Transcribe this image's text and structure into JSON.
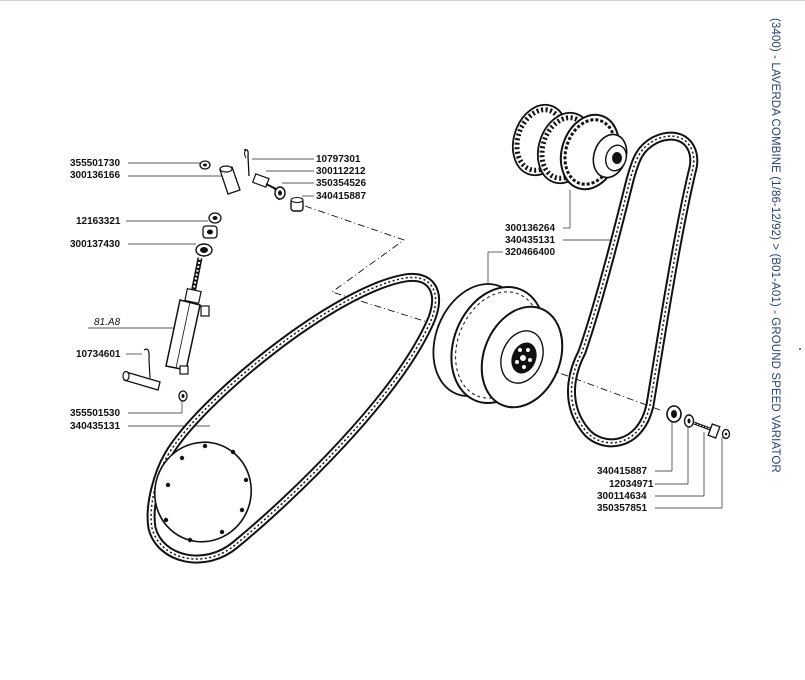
{
  "page_title": "(3400) - LAVERDA COMBINE (1/86-12/92) > (B01-A01) - GROUND SPEED VARIATOR",
  "part_labels": {
    "p355501730": "355501730",
    "p300136166": "300136166",
    "p12163321": "12163321",
    "p300137430": "300137430",
    "p81a8": "81.A8",
    "p10734601": "10734601",
    "p355501530": "355501530",
    "p340435131_left": "340435131",
    "p10797301": "10797301",
    "p300112212": "300112212",
    "p350354526": "350354526",
    "p340415887_top": "340415887",
    "p300136264": "300136264",
    "p340435131_right": "340435131",
    "p320466400": "320466400",
    "p340415887_bottom": "340415887",
    "p12034971": "12034971",
    "p300114634": "300114634",
    "p350357851": "350357851"
  }
}
